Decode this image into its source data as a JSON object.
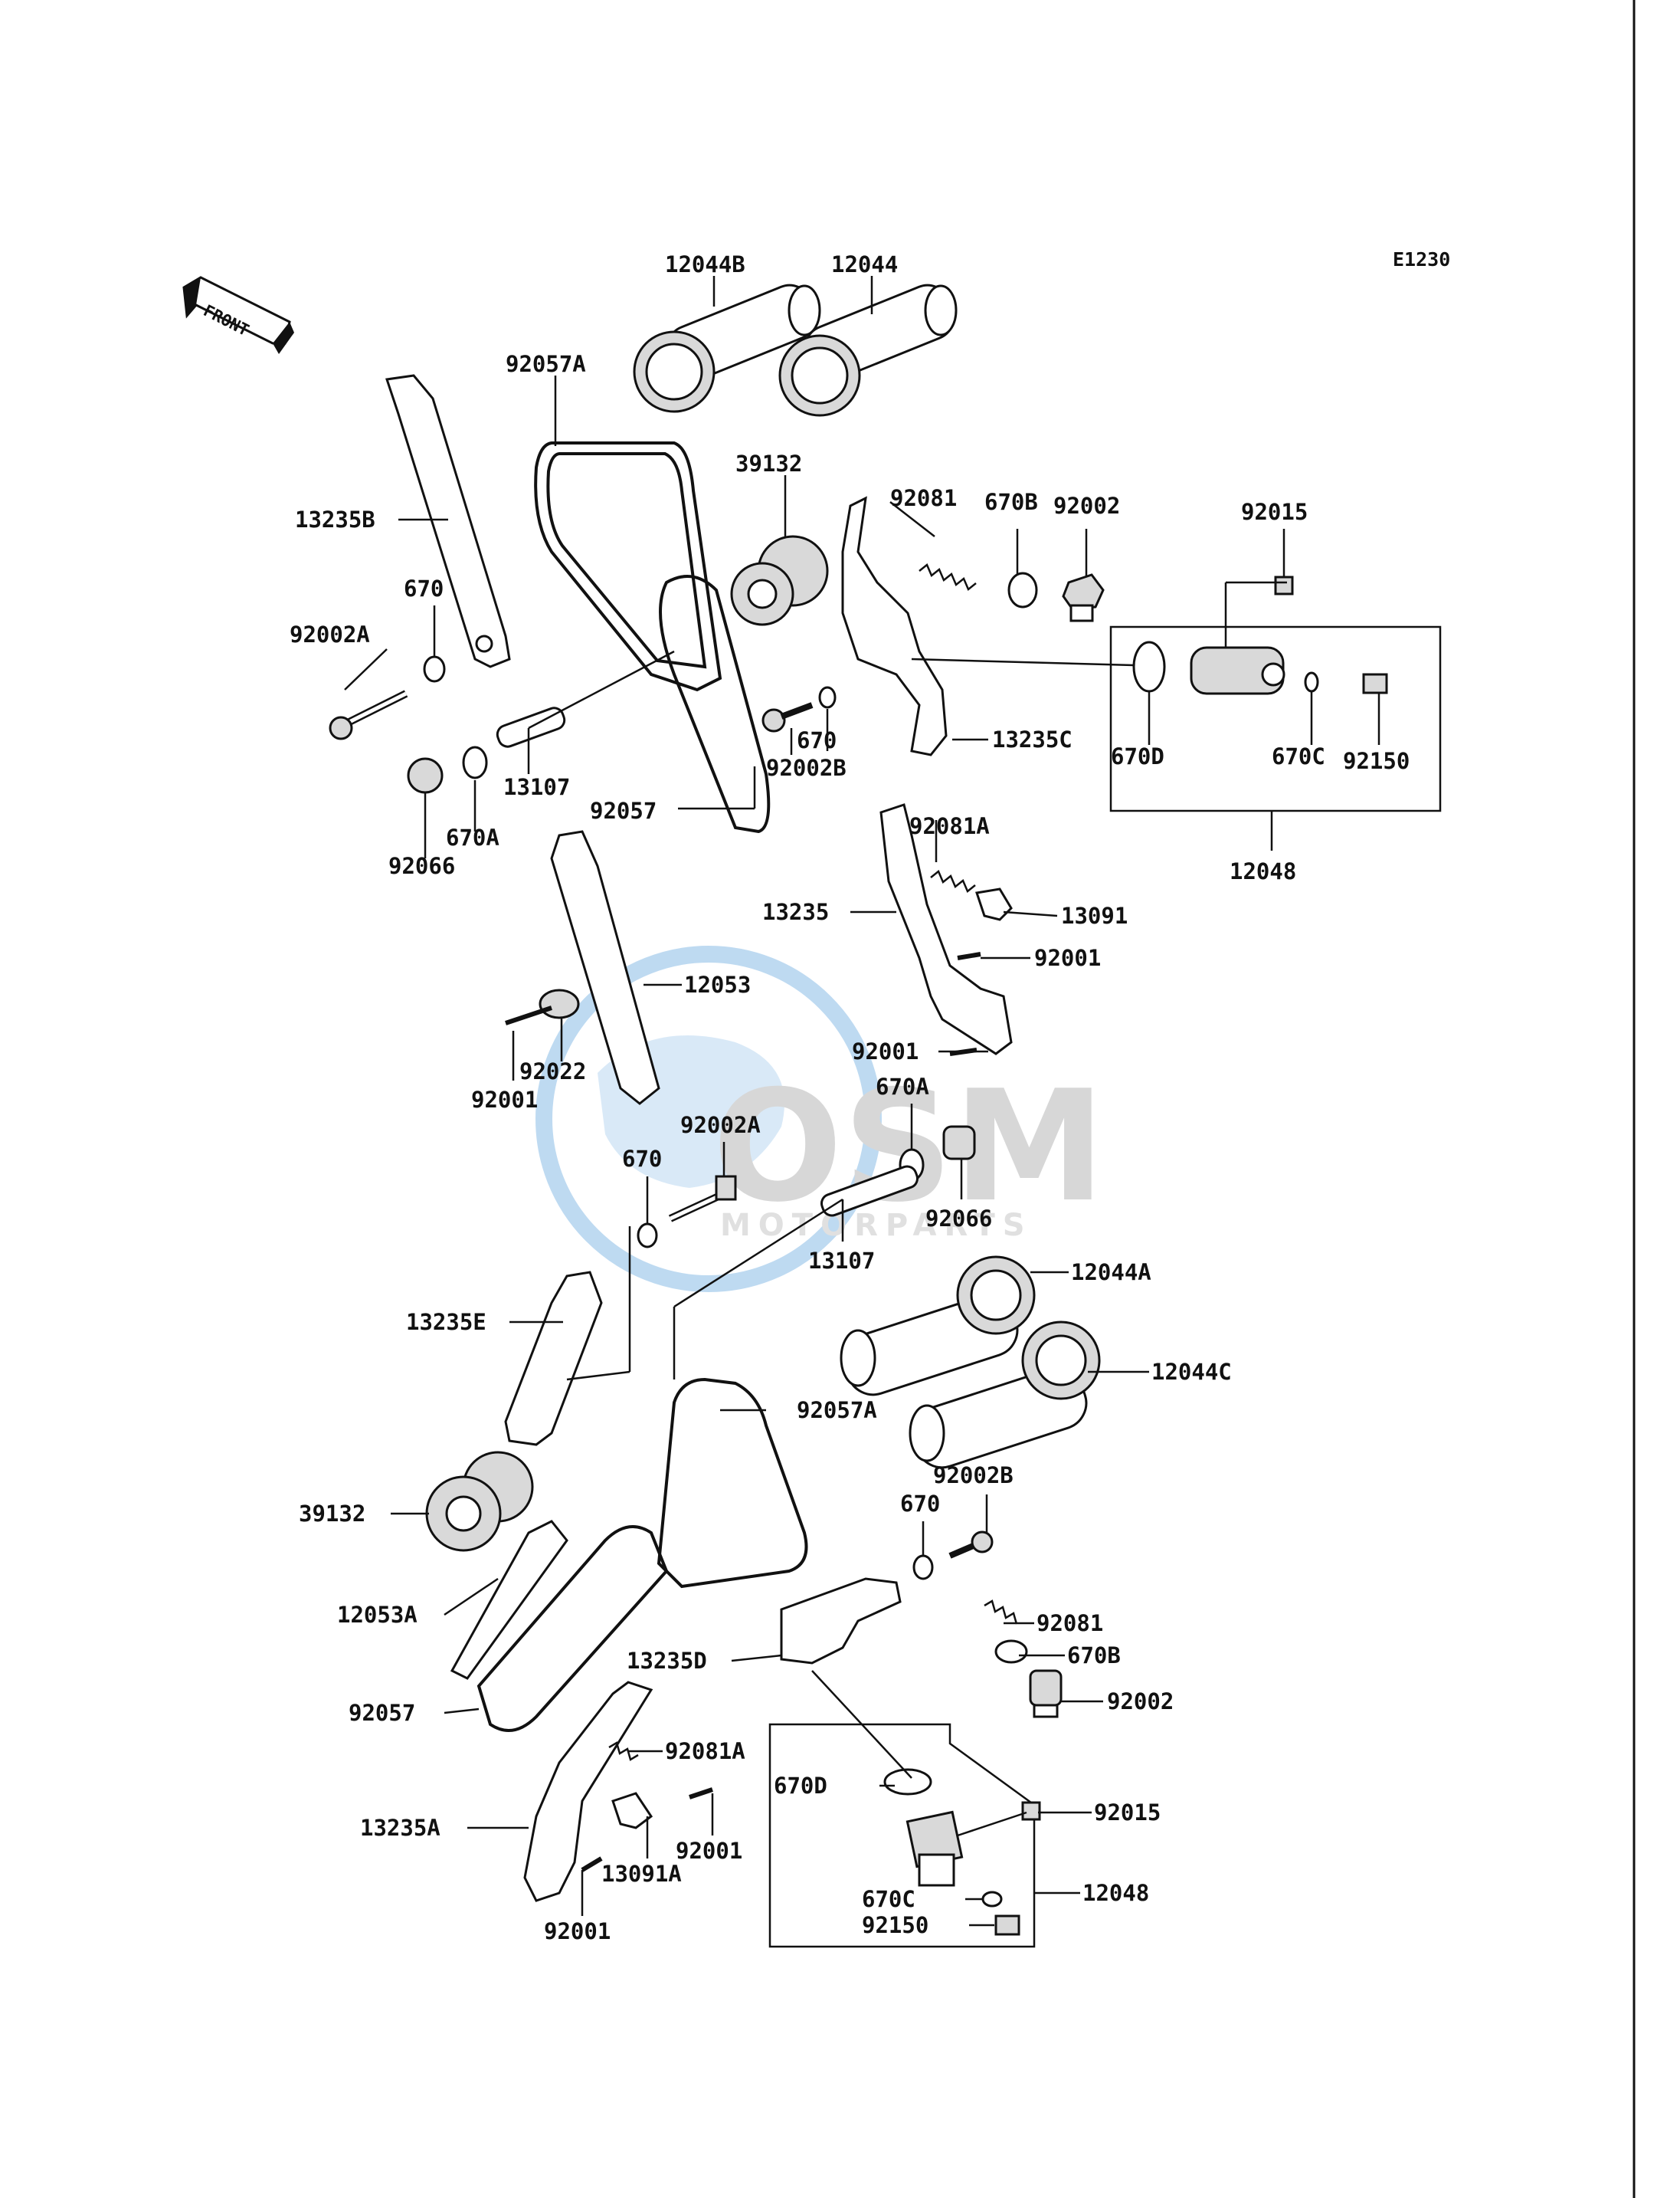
{
  "diagram_code": "E1230",
  "front_label": "FRONT",
  "watermark": {
    "brand": "OSM",
    "sub": "MOTORPARTS"
  },
  "colors": {
    "ink": "#111111",
    "watermark_blue": "#3a8fd6",
    "watermark_grey": "#b8b8b8"
  },
  "labels": {
    "p12044B": "12044B",
    "p12044": "12044",
    "p92057A_top": "92057A",
    "p13235B": "13235B",
    "p39132_top": "39132",
    "p92081_top": "92081",
    "p670B_top": "670B",
    "p92002_top": "92002",
    "p92015_top": "92015",
    "p670_top": "670",
    "p92002A_top": "92002A",
    "p13107_top": "13107",
    "p670A_top": "670A",
    "p92066_top": "92066",
    "p92057_top": "92057",
    "p670_mid": "670",
    "p92002B_top": "92002B",
    "p13235C": "13235C",
    "p670D_top": "670D",
    "p670C_top": "670C",
    "p92150_top": "92150",
    "p12048_top": "12048",
    "p92081A_top": "92081A",
    "p13235": "13235",
    "p13091": "13091",
    "p92001_a": "92001",
    "p12053": "12053",
    "p92022": "92022",
    "p92001_b": "92001",
    "p92001_c": "92001",
    "p670A_bot": "670A",
    "p92002A_bot": "92002A",
    "p670_bot": "670",
    "p92066_bot": "92066",
    "p13107_bot": "13107",
    "p12044A": "12044A",
    "p13235E": "13235E",
    "p12044C": "12044C",
    "p92057A_bot": "92057A",
    "p39132_bot": "39132",
    "p92002B_bot": "92002B",
    "p670_bot2": "670",
    "p12053A": "12053A",
    "p92081_bot": "92081",
    "p13235D": "13235D",
    "p670B_bot": "670B",
    "p92002_bot": "92002",
    "p92057_bot": "92057",
    "p92081A_bot": "92081A",
    "p670D_bot": "670D",
    "p92015_bot": "92015",
    "p13235A": "13235A",
    "p92001_d": "92001",
    "p13091A": "13091A",
    "p12048_bot": "12048",
    "p670C_bot": "670C",
    "p92150_bot": "92150",
    "p92001_e": "92001"
  }
}
